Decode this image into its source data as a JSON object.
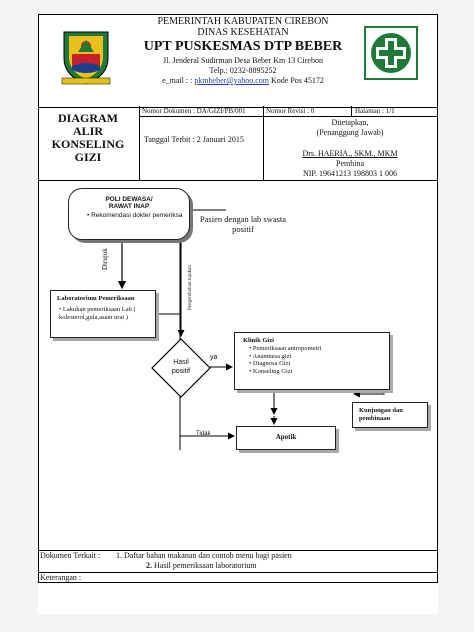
{
  "header": {
    "gov_line1": "PEMERINTAH KABUPATEN CIREBON",
    "gov_line2": "DINAS KESEHATAN",
    "org_name": "UPT PUSKESMAS DTP BEBER",
    "address": "Jl. Jenderal Sudirman Desa Beber Km 13 Cirebon",
    "phone": "Telp.: 0232-8895252",
    "email_prefix": "e_mail : : ",
    "email": "pkmbeber@yahoo.com",
    "postal": "  Kode Pos 45172",
    "logo_motto": "GEMAH RIPAH LOH JINAWI"
  },
  "doc_info": {
    "title_lines": [
      "DIAGRAM",
      "ALIR",
      "KONSELING",
      "GIZI"
    ],
    "nomor_dokumen": "Nomor Dokumen : DA/GIZI/PB/001",
    "nomor_revisi": "Nomor Revisi : 0",
    "halaman": "Halaman : 1/1",
    "tanggal_terbit": "Tanggal Terbit : 2 Januari 2015",
    "ditetapkan": "Ditetapkan,",
    "penanggung_jawab": "(Penanggung Jawab)",
    "name": "Drs. HAERIA., SKM., MKM",
    "position": "Pembina",
    "nip": "NIP. 19641213 198803 1 006"
  },
  "flow": {
    "poli_title1": "POLI DEWASA/",
    "poli_title2": "RAWAT INAP",
    "poli_bullet": "Rekomendasi dokter pemeriksa",
    "lab_swasta": "Pasien dengan lab swasta positif",
    "dirujuk": "Dirujuk",
    "pengembalian": "Pengembalian rujukan",
    "lab_title": "Laboratorium Pemeriksaan",
    "lab_bullet": "Lakukan pemeriksaan Lab ( kolesterol,gula,asam urat )",
    "hasil": "Hasil positif",
    "ya": "ya",
    "tidak": "Tidak",
    "klinik_title": "Klinik Gizi",
    "klinik_items": [
      "Pemeriksaan antropometri",
      "Anamnesa gizi",
      "Diagnosa Gizi",
      "Konseling Gizi"
    ],
    "kunjungan": "Kunjungan dan pembinaan",
    "apotik": "Apotik"
  },
  "footer": {
    "dokumen_terkait": "Dokumen Terkait :",
    "item1": "1. Daftar bahan  makanan dan contoh  menu bagi pasien",
    "item2_num": "2.",
    "item2": " Hasil pemeriksaan laboratorium",
    "keterangan": "Keterangan :"
  },
  "colors": {
    "logo_green": "#1f7a3a",
    "logo_yellow": "#e8c21a",
    "logo_red": "#c8202a",
    "logo_blue": "#1b3f8f"
  }
}
